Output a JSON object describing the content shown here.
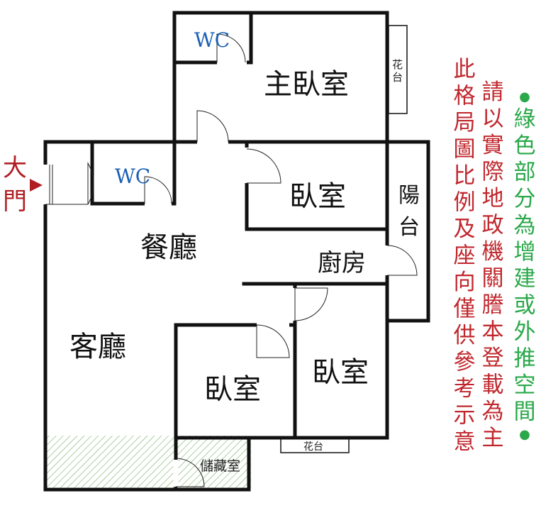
{
  "rooms": {
    "master_bedroom": "主臥室",
    "bedroom_top": "臥室",
    "dining": "餐廳",
    "kitchen": "廚房",
    "living": "客廳",
    "bedroom_bottom_left": "臥室",
    "bedroom_bottom_right": "臥室",
    "wc_top": "WC",
    "wc_mid": "WC",
    "balcony": [
      "陽",
      "台"
    ],
    "planter_right": [
      "花",
      "台"
    ],
    "planter_bottom": "花台",
    "storage": "儲藏室"
  },
  "entrance": {
    "label": [
      "大",
      "門"
    ]
  },
  "notes": {
    "green_bullet": "●",
    "green_column": [
      "綠",
      "色",
      "部",
      "分",
      "為",
      "增",
      "建",
      "或",
      "外",
      "推",
      "空",
      "間"
    ],
    "red_column_1": [
      "請",
      "以",
      "實",
      "際",
      "地",
      "政",
      "機",
      "關",
      "謄",
      "本",
      "登",
      "載",
      "為",
      "主"
    ],
    "red_column_2": [
      "此",
      "格",
      "局",
      "圖",
      "比",
      "例",
      "及",
      "座",
      "向",
      "僅",
      "供",
      "參",
      "考",
      "示",
      "意"
    ]
  },
  "colors": {
    "wall": "#111111",
    "wc_text": "#1a5fb4",
    "note_green": "#2aa84a",
    "note_red": "#c0272d",
    "entrance_red": "#b01e23",
    "hatch_green": "#5aa54a"
  }
}
